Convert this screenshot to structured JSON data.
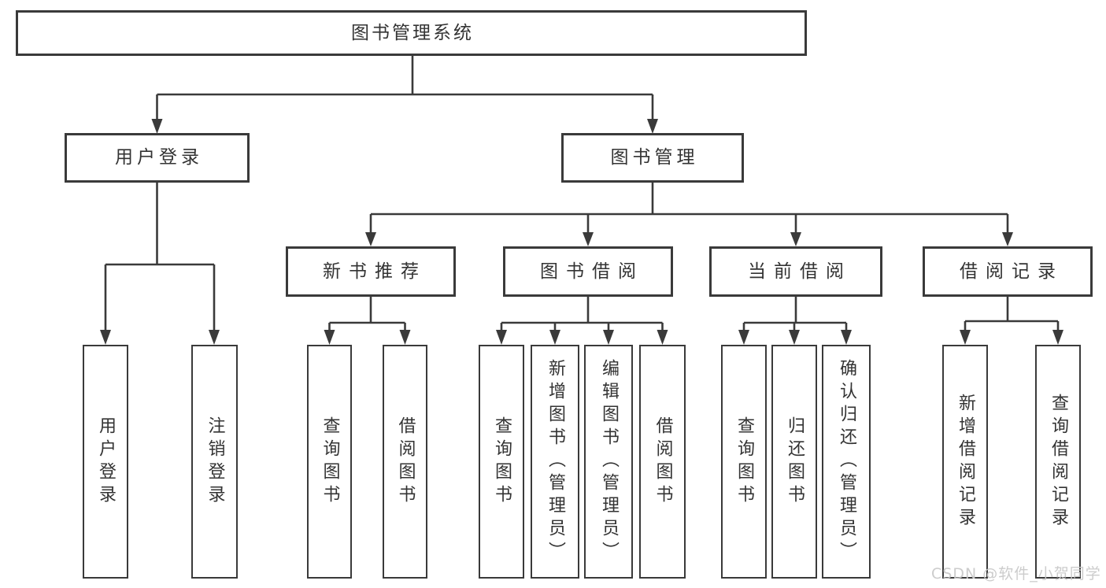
{
  "tree": {
    "label": "图书管理系统",
    "children": [
      {
        "label": "用户登录",
        "children": [
          {
            "label": "用户登录"
          },
          {
            "label": "注销登录"
          }
        ]
      },
      {
        "label": "图书管理",
        "children": [
          {
            "label": "新书推荐",
            "children": [
              {
                "label": "查询图书"
              },
              {
                "label": "借阅图书"
              }
            ]
          },
          {
            "label": "图书借阅",
            "children": [
              {
                "label": "查询图书"
              },
              {
                "label": "新增图书（管理员）"
              },
              {
                "label": "编辑图书（管理员）"
              },
              {
                "label": "借阅图书"
              }
            ]
          },
          {
            "label": "当前借阅",
            "children": [
              {
                "label": "查询图书"
              },
              {
                "label": "归还图书"
              },
              {
                "label": "确认归还（管理员）"
              }
            ]
          },
          {
            "label": "借阅记录",
            "children": [
              {
                "label": "新增借阅记录"
              },
              {
                "label": "查询借阅记录"
              }
            ]
          }
        ]
      }
    ]
  },
  "watermark": "CSDN @软件_小贺同学",
  "colors": {
    "line": "#3a3a3a",
    "text": "#333333",
    "background": "#ffffff",
    "watermark": "#c9c9c9"
  }
}
